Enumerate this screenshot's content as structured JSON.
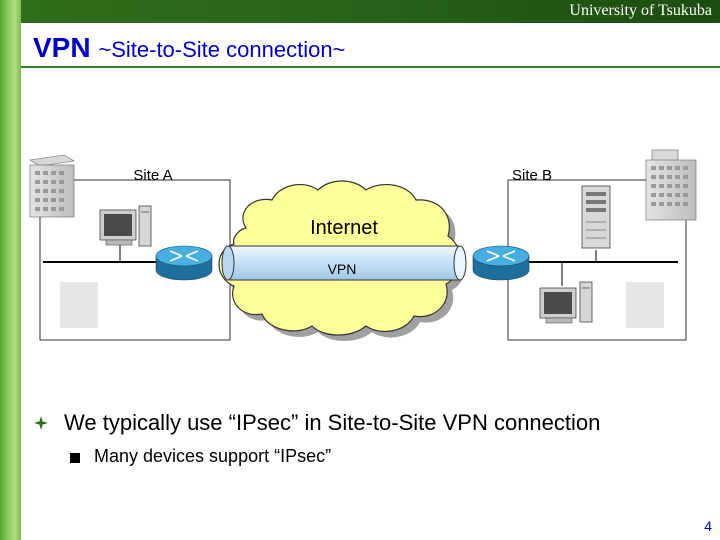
{
  "header": {
    "university": "University of Tsukuba"
  },
  "slide": {
    "title_main": "VPN ",
    "title_sub": "~Site-to-Site connection~",
    "page_number": "4"
  },
  "diagram": {
    "site_a_label": "Site A",
    "site_b_label": "Site B",
    "cloud_label": "Internet",
    "tunnel_label": "VPN"
  },
  "bullets": {
    "main": "We typically use “IPsec” in Site-to-Site VPN connection",
    "sub": "Many devices support “IPsec”"
  },
  "colors": {
    "title": "#0000cc",
    "header_bar": "#2a661a",
    "side_bar": "#86c85a",
    "cloud": "#ffff99",
    "tunnel": "#cce6ff",
    "router": "#2d8fc0"
  }
}
